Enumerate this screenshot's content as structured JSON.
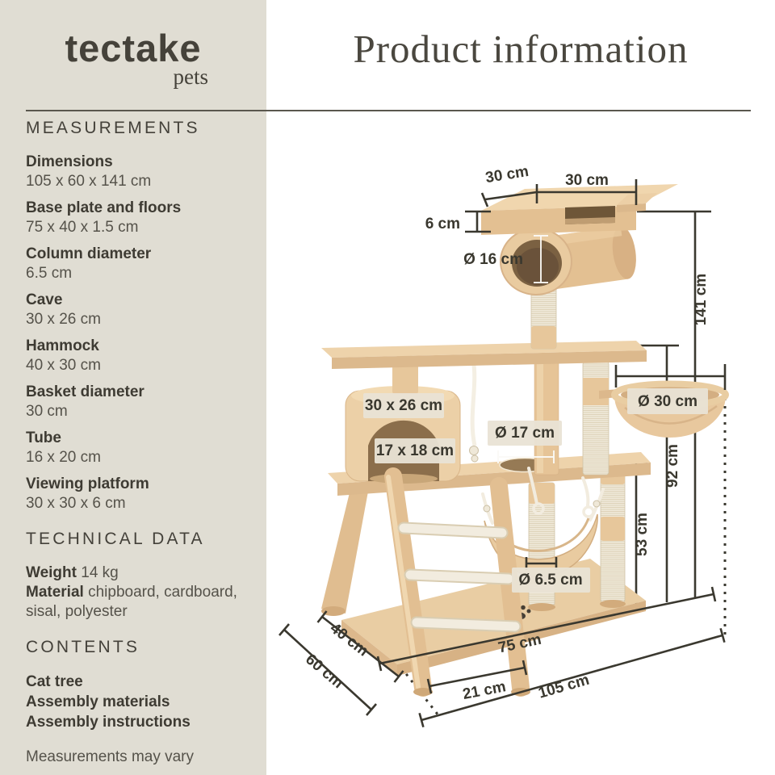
{
  "header": {
    "title": "Product information"
  },
  "sidebar": {
    "brand": "tectake",
    "brand_sub": "pets",
    "measurements": {
      "title": "MEASUREMENTS",
      "items": [
        {
          "label": "Dimensions",
          "value": "105 x 60 x 141 cm"
        },
        {
          "label": "Base plate and floors",
          "value": "75 x 40 x 1.5 cm"
        },
        {
          "label": "Column diameter",
          "value": "6.5 cm"
        },
        {
          "label": "Cave",
          "value": "30 x 26 cm"
        },
        {
          "label": "Hammock",
          "value": "40 x 30 cm"
        },
        {
          "label": "Basket diameter",
          "value": "30 cm"
        },
        {
          "label": "Tube",
          "value": "16 x 20 cm"
        },
        {
          "label": "Viewing platform",
          "value": "30 x 30 x 6 cm"
        }
      ]
    },
    "technical": {
      "title": "TECHNICAL DATA",
      "weight_label": "Weight",
      "weight_value": "14 kg",
      "material_label": "Material",
      "material_value": "chipboard, cardboard, sisal, polyester"
    },
    "contents": {
      "title": "CONTENTS",
      "lines": [
        "Cat tree",
        "Assembly materials",
        "Assembly instructions"
      ]
    },
    "note": "Measurements may vary"
  },
  "diagram": {
    "top_depth": "30 cm",
    "top_width": "30 cm",
    "platform_thickness": "6 cm",
    "tube_diameter": "Ø 16 cm",
    "total_height": "141 cm",
    "basket_diameter": "Ø 30 cm",
    "cave_size": "30 x 26 cm",
    "cave_opening": "17 x 18 cm",
    "hole_diameter": "Ø 17 cm",
    "upper_height": "92 cm",
    "lower_height": "53 cm",
    "post_diameter": "Ø 6.5 cm",
    "base_depth": "40 cm",
    "total_depth": "60 cm",
    "base_width": "75 cm",
    "ladder_offset": "21 cm",
    "total_width": "105 cm"
  },
  "colors": {
    "sidebar_bg": "#e0ddd3",
    "line": "#3a382f",
    "plush": "#e3c092",
    "label_box": "#e9e3d5"
  }
}
